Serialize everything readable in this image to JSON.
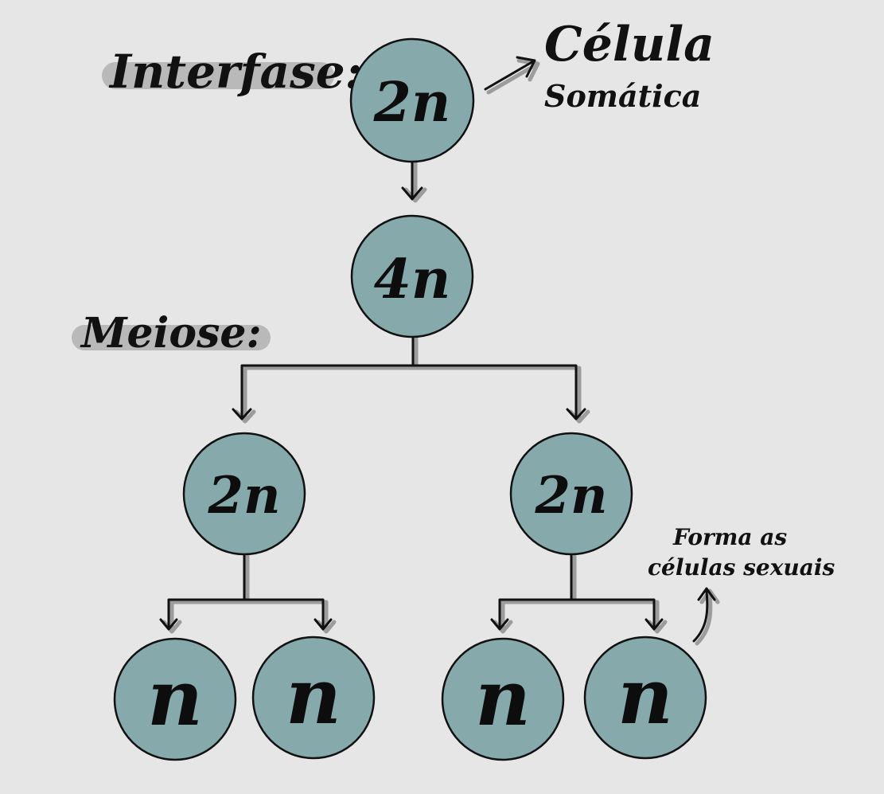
{
  "labels": {
    "interfase": "Interfase:",
    "meiose": "Meiose:",
    "celula": "Célula",
    "somatica": "Somática",
    "forma_line1": "Forma as",
    "forma_line2": "células sexuais"
  },
  "cells": {
    "top": "2n",
    "replicated": "4n",
    "meiosis1_left": "2n",
    "meiosis1_right": "2n",
    "gamete1": "n",
    "gamete2": "n",
    "gamete3": "n",
    "gamete4": "n"
  },
  "colors": {
    "background": "#e6e6e6",
    "cell_fill": "#86a9ac",
    "ink": "#111111",
    "marker_highlight": "#b9b9b9"
  }
}
